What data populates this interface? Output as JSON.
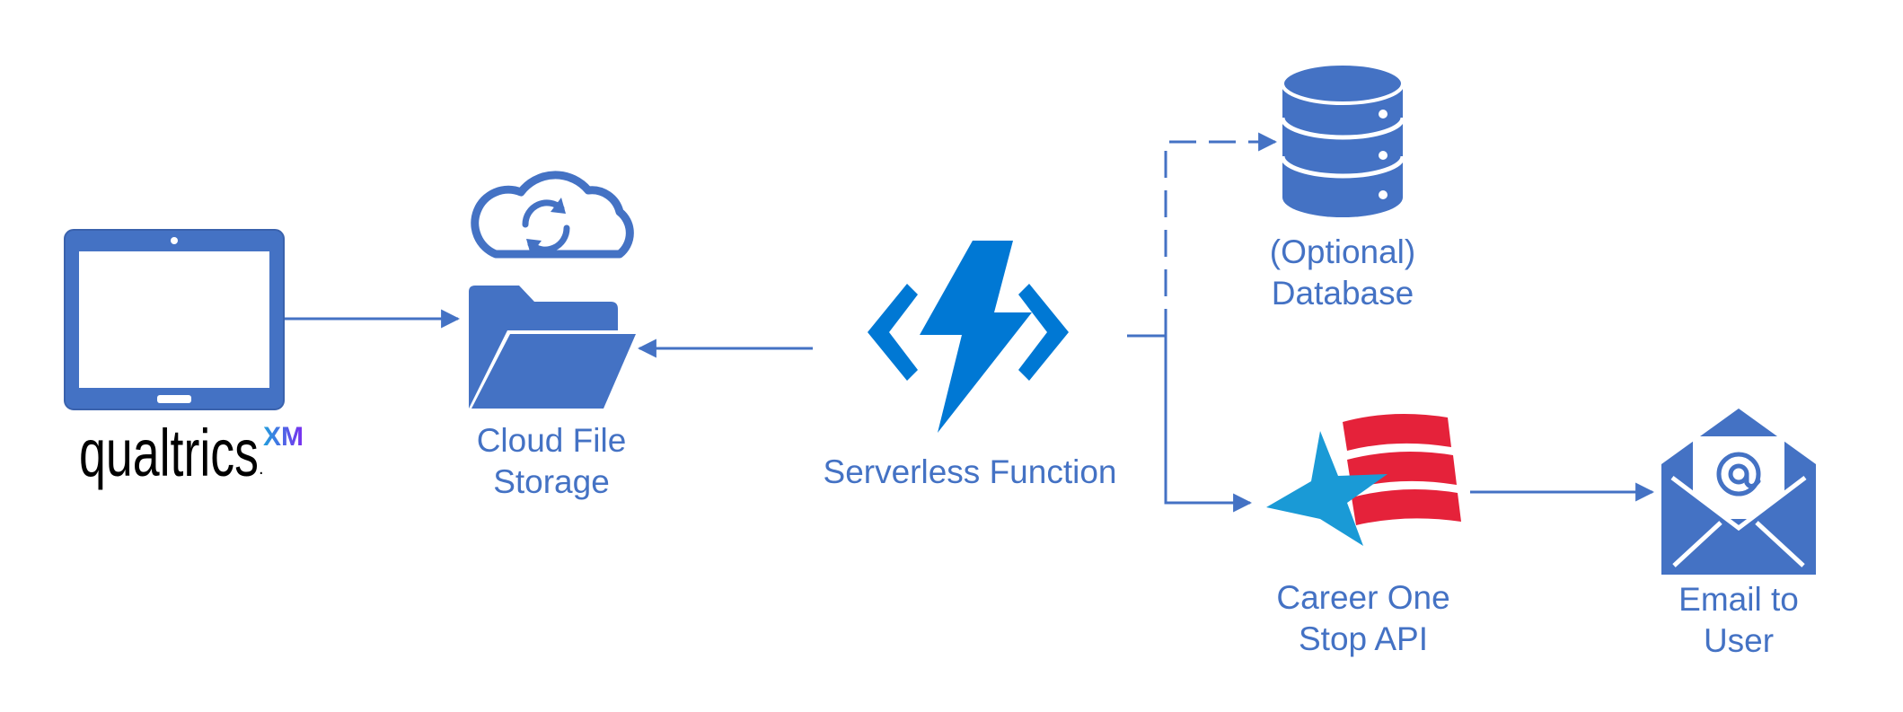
{
  "nodes": {
    "qualtrics": {
      "logo_text": "qualtrics",
      "logo_superscript": "XM",
      "logo_mark": ".",
      "icon": "tablet-icon"
    },
    "cloud_storage": {
      "label_line1": "Cloud File",
      "label_line2": "Storage",
      "icon": "cloud-sync-folder-icon"
    },
    "serverless": {
      "label": "Serverless Function",
      "icon": "lightning-function-icon"
    },
    "database": {
      "label_line1": "(Optional)",
      "label_line2": "Database",
      "icon": "database-icon"
    },
    "career_api": {
      "label_line1": "Career One",
      "label_line2": "Stop API",
      "icon": "star-flag-icon"
    },
    "email": {
      "label_line1": "Email to",
      "label_line2": "User",
      "icon": "envelope-at-icon"
    }
  },
  "edges": [
    {
      "from": "qualtrics",
      "to": "cloud_storage",
      "style": "solid"
    },
    {
      "from": "serverless",
      "to": "cloud_storage",
      "style": "solid"
    },
    {
      "from": "serverless",
      "to": "database",
      "style": "dashed"
    },
    {
      "from": "serverless",
      "to": "career_api",
      "style": "solid"
    },
    {
      "from": "career_api",
      "to": "email",
      "style": "solid"
    }
  ],
  "colors": {
    "primary": "#4472c4",
    "azure_blue": "#0078d4",
    "flag_red": "#e5223a",
    "star_blue": "#1a9ad6",
    "logo_black": "#000000",
    "xm_blue": "#21a0dc",
    "xm_purple": "#7b2cf0"
  }
}
